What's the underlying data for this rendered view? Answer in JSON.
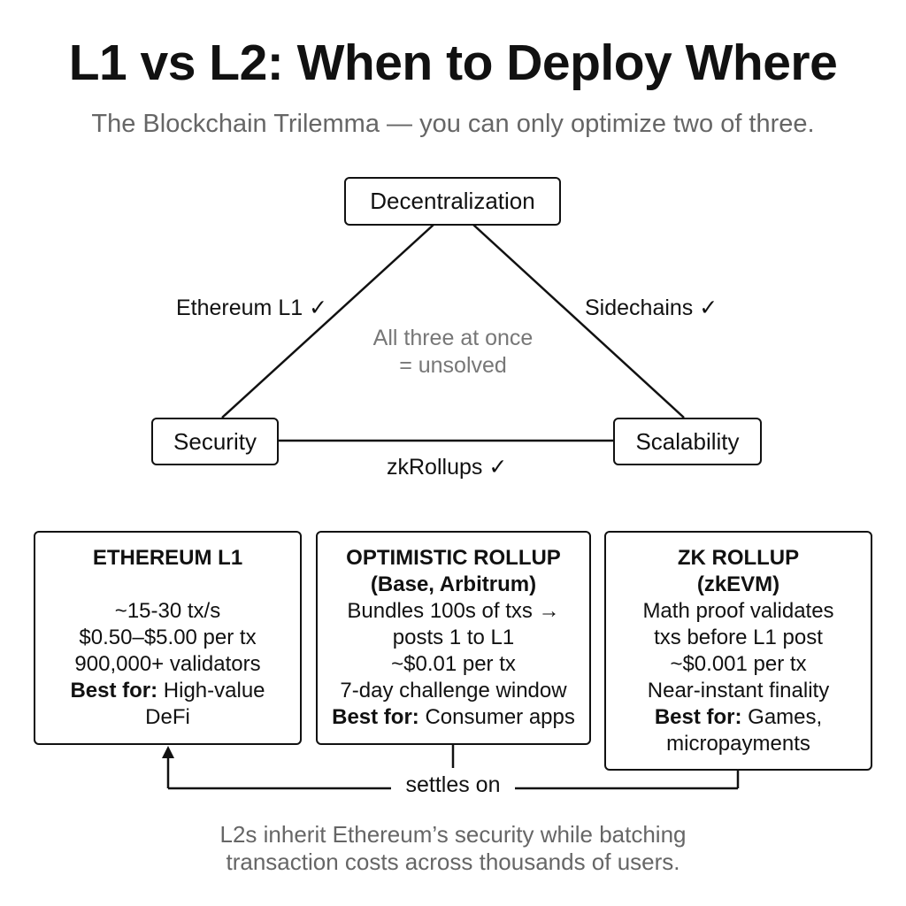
{
  "header": {
    "title": "L1 vs L2: When to Deploy Where",
    "subtitle": "The Blockchain Trilemma — you can only optimize two of three."
  },
  "trilemma": {
    "nodes": {
      "top": "Decentralization",
      "left": "Security",
      "right": "Scalability"
    },
    "edges": {
      "left": "Ethereum L1 ✓",
      "right": "Sidechains ✓",
      "bottom": "zkRollups ✓"
    },
    "center_line1": "All three at once",
    "center_line2": "= unsolved"
  },
  "cards": {
    "l1": {
      "heading1": "ETHEREUM L1",
      "line1": "~15-30 tx/s",
      "line2": "$0.50–$5.00 per tx",
      "line3": "900,000+ validators",
      "best_label": "Best for:",
      "best_value": " High-value",
      "best_value2": "DeFi"
    },
    "optimistic": {
      "heading1": "OPTIMISTIC ROLLUP",
      "heading2": "(Base, Arbitrum)",
      "line1": "Bundles 100s of txs →",
      "line2": "posts 1 to L1",
      "line3": "~$0.01 per tx",
      "line4": "7-day challenge window",
      "best_label": "Best for:",
      "best_value": " Consumer apps"
    },
    "zk": {
      "heading1": "ZK ROLLUP",
      "heading2": "(zkEVM)",
      "line1": "Math proof validates",
      "line2": "txs before L1 post",
      "line3": "~$0.001 per tx",
      "line4": "Near-instant finality",
      "best_label": "Best for:",
      "best_value": " Games,",
      "best_value2": "micropayments"
    }
  },
  "connector_label": "settles on",
  "footer": {
    "line1": "L2s inherit Ethereum’s security while batching",
    "line2": "transaction costs across thousands of users."
  }
}
